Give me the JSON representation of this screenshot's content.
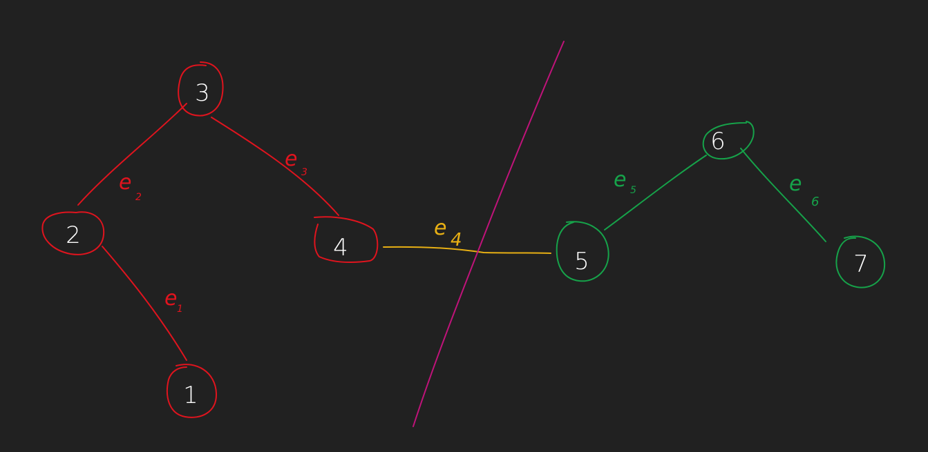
{
  "colors": {
    "background": "#212121",
    "left_component": "#e0141e",
    "right_component": "#16a34a",
    "crossing_edge": "#e8b014",
    "cut_line": "#c0137a",
    "node_text": "#ffffff"
  },
  "nodes": [
    {
      "id": "1",
      "label": "1",
      "group": "left"
    },
    {
      "id": "2",
      "label": "2",
      "group": "left"
    },
    {
      "id": "3",
      "label": "3",
      "group": "left"
    },
    {
      "id": "4",
      "label": "4",
      "group": "left"
    },
    {
      "id": "5",
      "label": "5",
      "group": "right"
    },
    {
      "id": "6",
      "label": "6",
      "group": "right"
    },
    {
      "id": "7",
      "label": "7",
      "group": "right"
    }
  ],
  "edges": [
    {
      "id": "e1",
      "letter": "e",
      "sub": "1",
      "from": "2",
      "to": "1",
      "group": "left"
    },
    {
      "id": "e2",
      "letter": "e",
      "sub": "2",
      "from": "3",
      "to": "2",
      "group": "left"
    },
    {
      "id": "e3",
      "letter": "e",
      "sub": "3",
      "from": "3",
      "to": "4",
      "group": "left"
    },
    {
      "id": "e4",
      "letter": "e",
      "sub": "4",
      "from": "4",
      "to": "5",
      "group": "crossing"
    },
    {
      "id": "e5",
      "letter": "e",
      "sub": "5",
      "from": "6",
      "to": "5",
      "group": "right"
    },
    {
      "id": "e6",
      "letter": "e",
      "sub": "6",
      "from": "6",
      "to": "7",
      "group": "right"
    }
  ]
}
